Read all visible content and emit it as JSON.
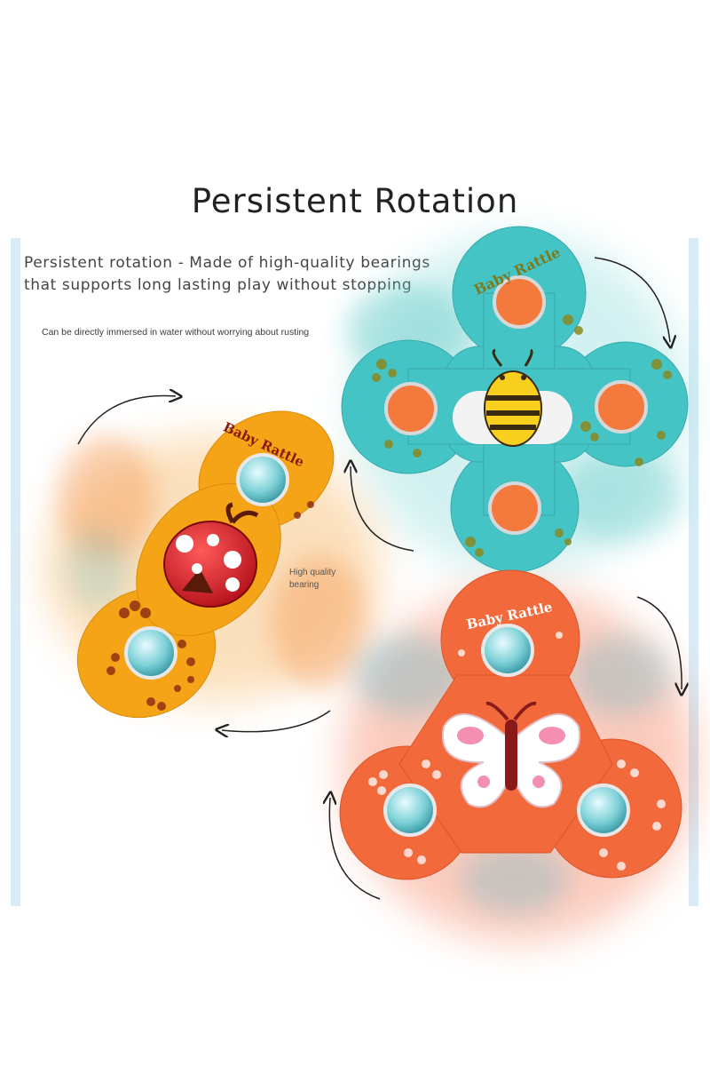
{
  "title": "Persistent Rotation",
  "headline": {
    "line1": "Persistent rotation - Made of high-quality bearings",
    "line2": "that supports long lasting play without stopping"
  },
  "subnote": "Can be directly immersed in water without worrying about rusting",
  "bearing_note": {
    "line1": "High quality",
    "line2": "bearing"
  },
  "spinners": {
    "yellow": {
      "label": "Baby Rattle",
      "color": "#f4a416",
      "center": "ladybug"
    },
    "blue": {
      "label": "Baby Rattle",
      "color": "#45c4c6",
      "center": "bee"
    },
    "orange": {
      "label": "Baby Rattle",
      "color": "#f26a3c",
      "center": "butterfly"
    }
  }
}
